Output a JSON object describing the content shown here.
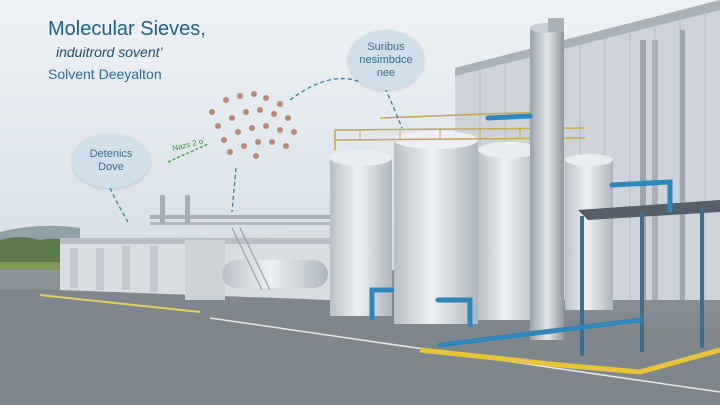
{
  "labels": {
    "title": "Molecular Sieves,",
    "subtitle": "induitrord sovent’",
    "subtitle2": "Solvent Deeyalton",
    "bubble_top_line1": "Suribus",
    "bubble_top_line2": "nesimbdce",
    "bubble_top_line3": "nee",
    "bubble_left_line1": "Detenics",
    "bubble_left_line2": "Dove",
    "arrow_label": "Nazs 2 o´"
  },
  "colors": {
    "sky_top": "#eef2f5",
    "sky_bottom": "#d9e2e8",
    "ground": "#9aa0a4",
    "tank": "#dfe4e8",
    "pipe_blue": "#2f86b8",
    "pipe_yellow": "#e6c53a",
    "title": "#1f5f88"
  }
}
